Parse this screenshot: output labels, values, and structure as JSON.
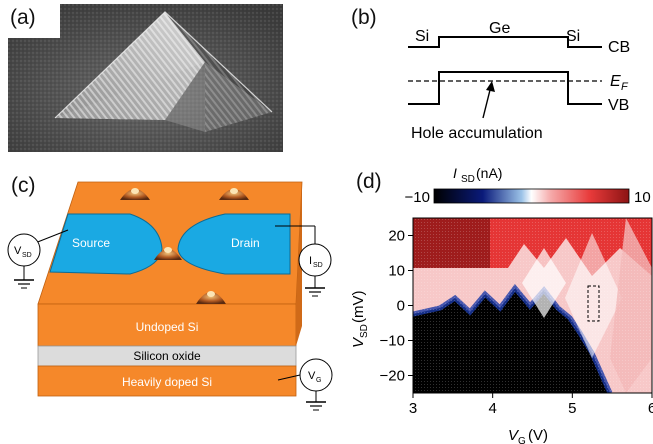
{
  "panels": {
    "a": {
      "label": "(a)"
    },
    "b": {
      "label": "(b)",
      "si_left": "Si",
      "ge": "Ge",
      "si_right": "Si",
      "cb": "CB",
      "ef_main": "E",
      "ef_sub": "F",
      "vb": "VB",
      "annotation": "Hole accumulation"
    },
    "c": {
      "label": "(c)",
      "source": "Source",
      "drain": "Drain",
      "vsd_main": "V",
      "vsd_sub": "SD",
      "isd_main": "I",
      "isd_sub": "SD",
      "vg_main": "V",
      "vg_sub": "G",
      "undoped": "Undoped Si",
      "oxide": "Silicon oxide",
      "doped": "Heavily doped Si"
    },
    "d": {
      "label": "(d)",
      "colorbar_title_main": "I",
      "colorbar_title_sub": "SD",
      "colorbar_title_unit": " (nA)",
      "colorbar_min": "−10",
      "colorbar_max": "10",
      "ylabel_main": "V",
      "ylabel_sub": "SD",
      "ylabel_unit": " (mV)",
      "xlabel_main": "V",
      "xlabel_sub": "G",
      "xlabel_unit": " (V)"
    }
  },
  "colors": {
    "substrate_orange": "#f5882a",
    "electrode_blue": "#1aa9e3",
    "oxide_gray": "#dcdcdc",
    "cmap_negative": "#0a1a7a",
    "cmap_zero": "#ffffff",
    "cmap_positive": "#b80f1d"
  },
  "chart_data": {
    "type": "heatmap",
    "title": "",
    "xlabel": "VG (V)",
    "ylabel": "VSD (mV)",
    "xlim": [
      3,
      6
    ],
    "ylim": [
      -25,
      25
    ],
    "x_ticks": [
      3,
      4,
      5,
      6
    ],
    "y_ticks": [
      -20,
      -10,
      0,
      10,
      20
    ],
    "colorbar": {
      "label": "ISD (nA)",
      "min": -10,
      "max": 10,
      "ticks": [
        -10,
        10
      ]
    },
    "annotation": {
      "type": "dashed-rectangle",
      "x_range": [
        5.3,
        5.43
      ],
      "y_range": [
        -4,
        4
      ]
    }
  }
}
